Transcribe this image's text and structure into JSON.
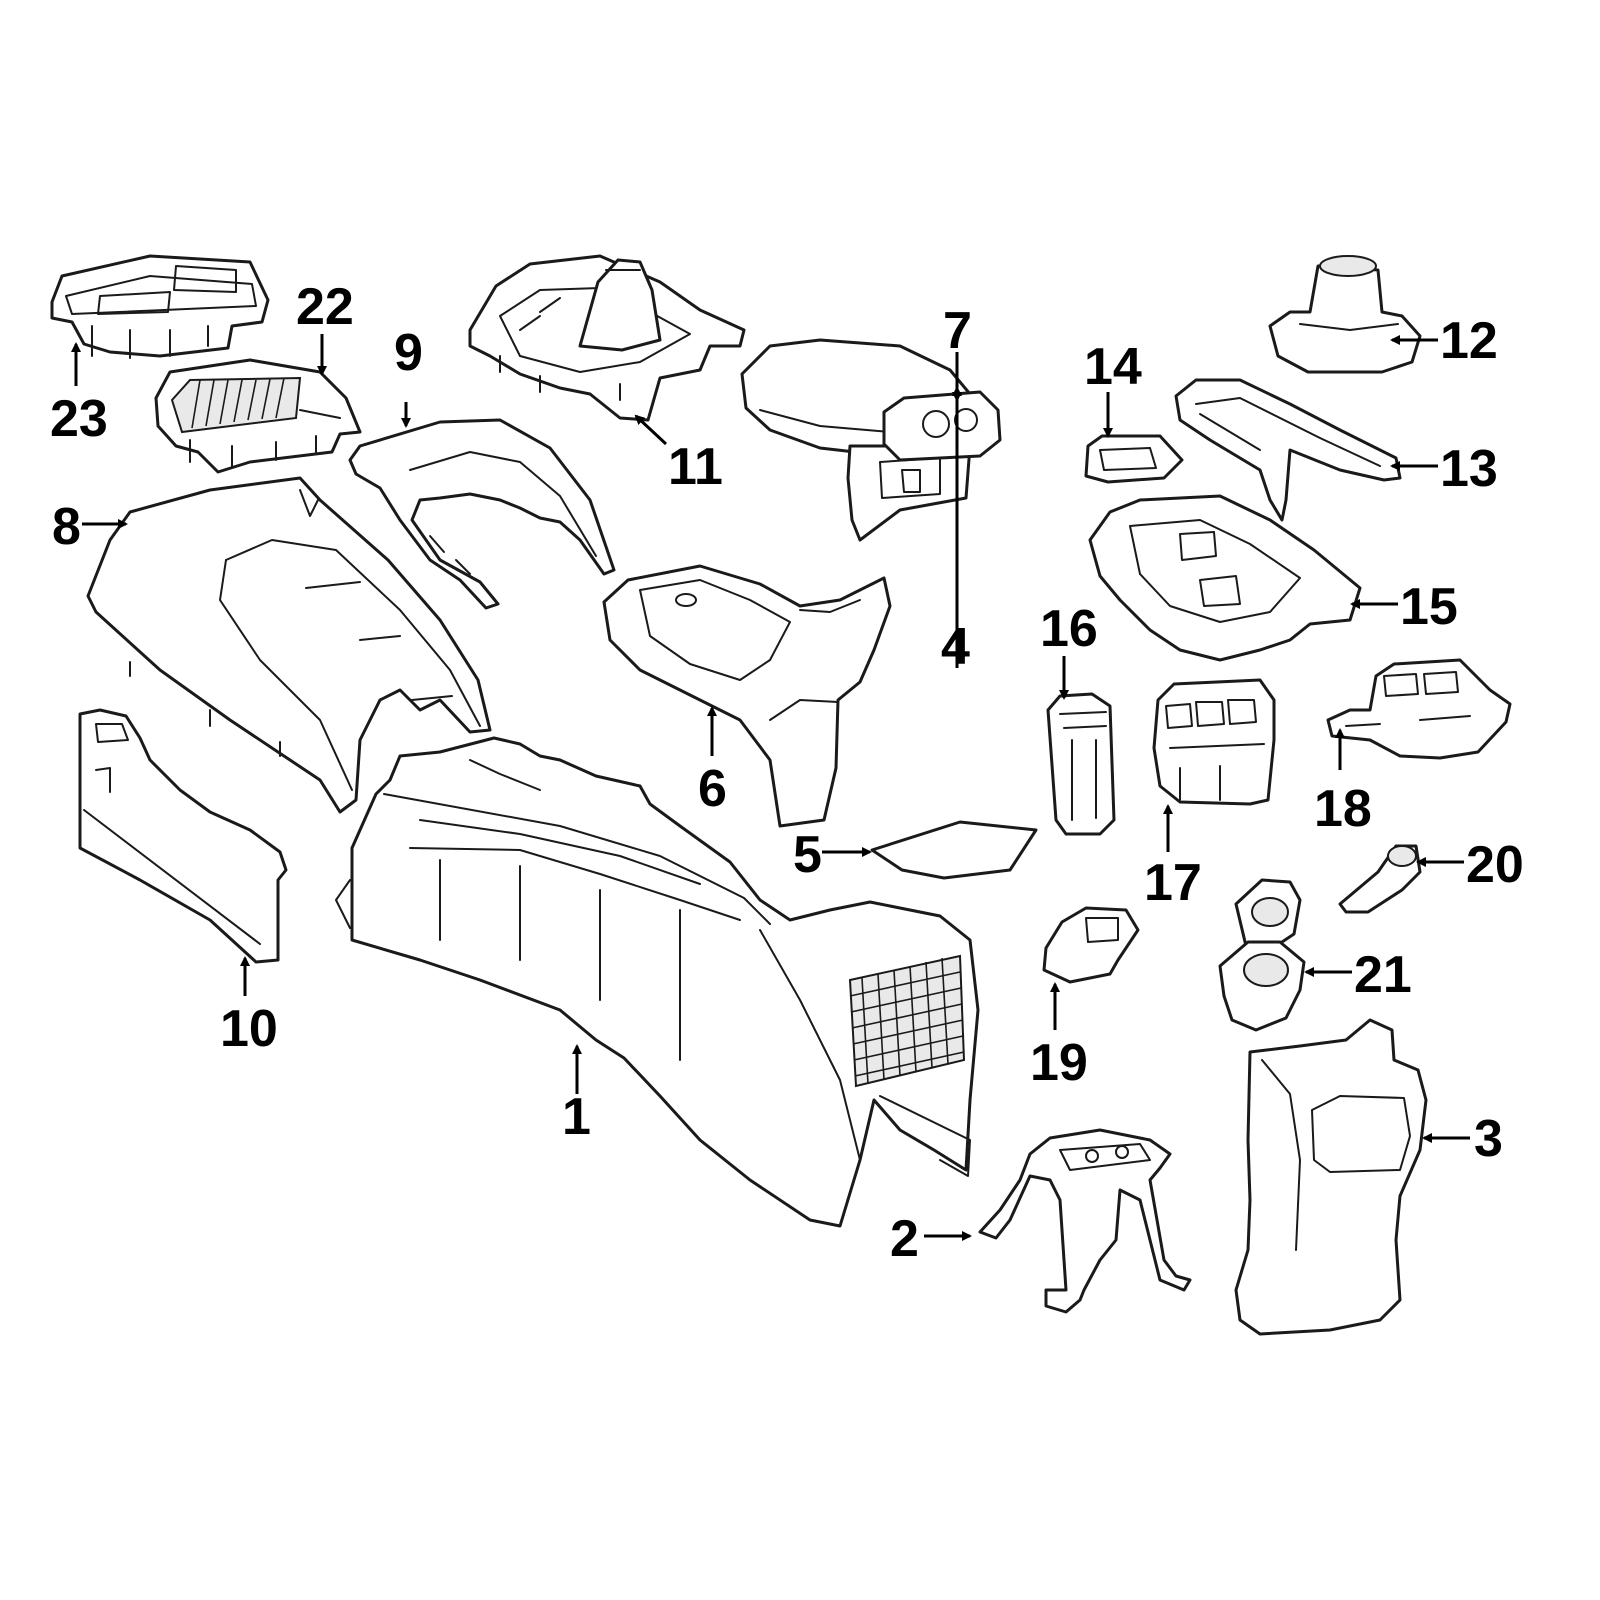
{
  "diagram": {
    "kind": "exploded parts diagram",
    "callouts": [
      {
        "id": "1",
        "label": "1"
      },
      {
        "id": "2",
        "label": "2"
      },
      {
        "id": "3",
        "label": "3"
      },
      {
        "id": "4",
        "label": "4"
      },
      {
        "id": "5",
        "label": "5"
      },
      {
        "id": "6",
        "label": "6"
      },
      {
        "id": "7",
        "label": "7"
      },
      {
        "id": "8",
        "label": "8"
      },
      {
        "id": "9",
        "label": "9"
      },
      {
        "id": "10",
        "label": "10"
      },
      {
        "id": "11",
        "label": "11"
      },
      {
        "id": "12",
        "label": "12"
      },
      {
        "id": "13",
        "label": "13"
      },
      {
        "id": "14",
        "label": "14"
      },
      {
        "id": "15",
        "label": "15"
      },
      {
        "id": "16",
        "label": "16"
      },
      {
        "id": "17",
        "label": "17"
      },
      {
        "id": "18",
        "label": "18"
      },
      {
        "id": "19",
        "label": "19"
      },
      {
        "id": "20",
        "label": "20"
      },
      {
        "id": "21",
        "label": "21"
      },
      {
        "id": "22",
        "label": "22"
      },
      {
        "id": "23",
        "label": "23"
      }
    ]
  },
  "colors": {
    "line": "#1a1a1a",
    "label": "#000000",
    "background": "#ffffff"
  }
}
